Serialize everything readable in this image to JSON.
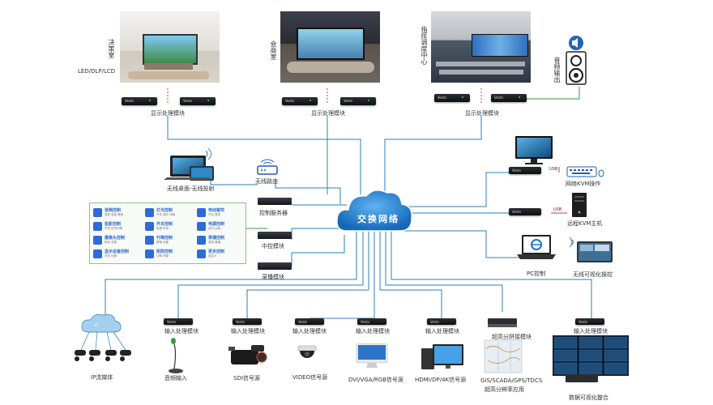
{
  "rooms": {
    "decision": {
      "label": "决策室",
      "tech": "LED/DLP/LCD"
    },
    "meeting": {
      "label": "会商室"
    },
    "command": {
      "label": "指挥调度中心"
    }
  },
  "display_module": "显示处理模块",
  "audio_output": "音频输出",
  "network_cloud": "交换网络",
  "wireless_desktop": "无线桌面-无线投射",
  "wireless_router": "无线路由",
  "control_server": "控制服务器",
  "center_control": "中控模块",
  "recording": "录播模块",
  "network_kvm": "网络KVM操作",
  "remote_kvm_host": "远程KVM主机",
  "pc_control": "PC控制",
  "wireless_visual": "无线可视化操控",
  "usb": "USB",
  "brand": "Vents",
  "input_module": "输入处理模块",
  "hd_splice": "超高分拼接模块",
  "sources": {
    "ip_stream": "IP流媒体",
    "audio_in": "音频输入",
    "sdi": "SDI信号源",
    "video": "VIDEO信号源",
    "dvi": "DVI/VGA/RGB信号源",
    "hdmi": "HDMI/DP/4K信号源",
    "gis_line1": "GIS/SCADA/GPS/TDCS",
    "gis_line2": "超高分辨率应用",
    "data_vis": "数据可视化整合"
  },
  "features": [
    {
      "title": "音频控制",
      "sub": "混音 音量 静音"
    },
    {
      "title": "灯光控制",
      "sub": "开关 调光 场景"
    },
    {
      "title": "电动窗帘",
      "sub": "开合 暂停"
    },
    {
      "title": "投影控制",
      "sub": "开关 信号切换"
    },
    {
      "title": "开关控制",
      "sub": "电源 时序"
    },
    {
      "title": "电源控制",
      "sub": "定时 远程"
    },
    {
      "title": "摄像头控制",
      "sub": "转动 变焦"
    },
    {
      "title": "升降控制",
      "sub": "屏幕 设备"
    },
    {
      "title": "录播控制",
      "sub": "录制 直播"
    },
    {
      "title": "显示设备控制",
      "sub": "开关 切换"
    },
    {
      "title": "矩阵控制",
      "sub": "切换 预案"
    },
    {
      "title": "更多控制",
      "sub": "自定义"
    }
  ],
  "colors": {
    "line": "#2a7fc2",
    "cloud": "#1e7fd0",
    "red": "#d23b2e",
    "green": "#3a9a3a",
    "panel_border": "#8fc28a"
  }
}
